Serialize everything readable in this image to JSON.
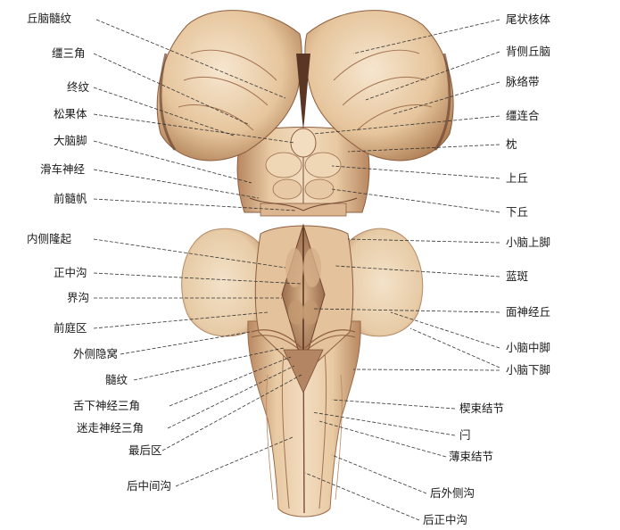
{
  "diagram": {
    "left_labels": [
      "丘脑髓纹",
      "缰三角",
      "终纹",
      "松果体",
      "大脑脚",
      "滑车神经",
      "前髓帆",
      "内侧隆起",
      "正中沟",
      "界沟",
      "前庭区",
      "外侧隐窝",
      "髓纹",
      "舌下神经三角",
      "迷走神经三角",
      "最后区",
      "后中间沟"
    ],
    "right_labels": [
      "尾状核体",
      "背侧丘脑",
      "脉络带",
      "缰连合",
      "枕",
      "上丘",
      "下丘",
      "小脑上脚",
      "蓝斑",
      "面神经丘",
      "小脑中脚",
      "小脑下脚",
      "楔束结节",
      "闩",
      "薄束结节",
      "后外侧沟",
      "后正中沟"
    ]
  },
  "colors": {
    "tissue": "#e8caa3",
    "tissue_light": "#f3e0c6",
    "shadow": "#9c6d4c",
    "deep_shadow": "#6e4530",
    "leader": "#333333",
    "text": "#1a1a1a"
  }
}
